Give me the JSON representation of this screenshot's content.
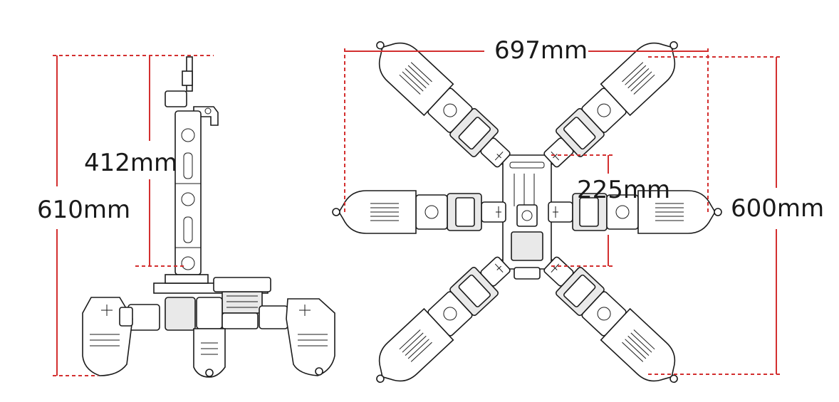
{
  "dimensions": {
    "height_total": "610mm",
    "arm_height": "412mm",
    "span_width": "697mm",
    "body_width": "225mm",
    "span_depth": "600mm"
  },
  "colors": {
    "dimension_line": "#d32f2f",
    "outline": "#1b1b1b",
    "background": "#ffffff"
  }
}
